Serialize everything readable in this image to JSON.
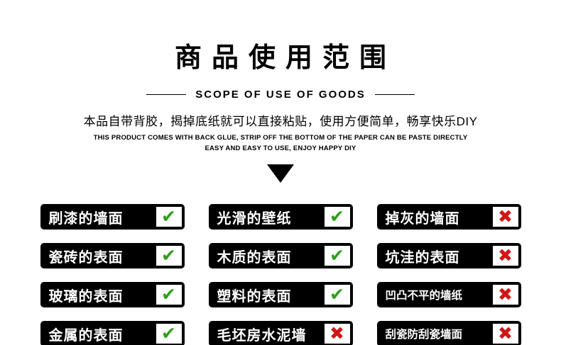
{
  "header": {
    "title": "商品使用范围",
    "subtitle": "SCOPE OF USE OF GOODS",
    "description": "本品自带背胶，揭掉底纸就可以直接粘贴，使用方便简单，畅享快乐DIY",
    "description_en_line1": "THIS PRODUCT COMES WITH BACK GLUE, STRIP OFF THE BOTTOM OF THE PAPER CAN BE PASTE DIRECTLY",
    "description_en_line2": "EASY AND EASY TO USE, ENJOY HAPPY DIY"
  },
  "icons": {
    "down_arrow": "down-triangle",
    "check_glyph": "✔",
    "cross_glyph": "✖"
  },
  "colors": {
    "check": "#2f9e1c",
    "cross": "#d21616",
    "bar_background": "#000000",
    "bar_text": "#ffffff"
  },
  "items": [
    {
      "label": "刷漆的墙面",
      "status": "check"
    },
    {
      "label": "光滑的壁纸",
      "status": "check"
    },
    {
      "label": "掉灰的墙面",
      "status": "cross"
    },
    {
      "label": "瓷砖的表面",
      "status": "check"
    },
    {
      "label": "木质的表面",
      "status": "check"
    },
    {
      "label": "坑洼的表面",
      "status": "cross"
    },
    {
      "label": "玻璃的表面",
      "status": "check"
    },
    {
      "label": "塑料的表面",
      "status": "check"
    },
    {
      "label": "凹凸不平的墙纸",
      "status": "cross"
    },
    {
      "label": "金属的表面",
      "status": "check"
    },
    {
      "label": "毛坯房水泥墙",
      "status": "cross"
    },
    {
      "label": "刮瓷防刮瓷墙面",
      "status": "cross"
    }
  ]
}
